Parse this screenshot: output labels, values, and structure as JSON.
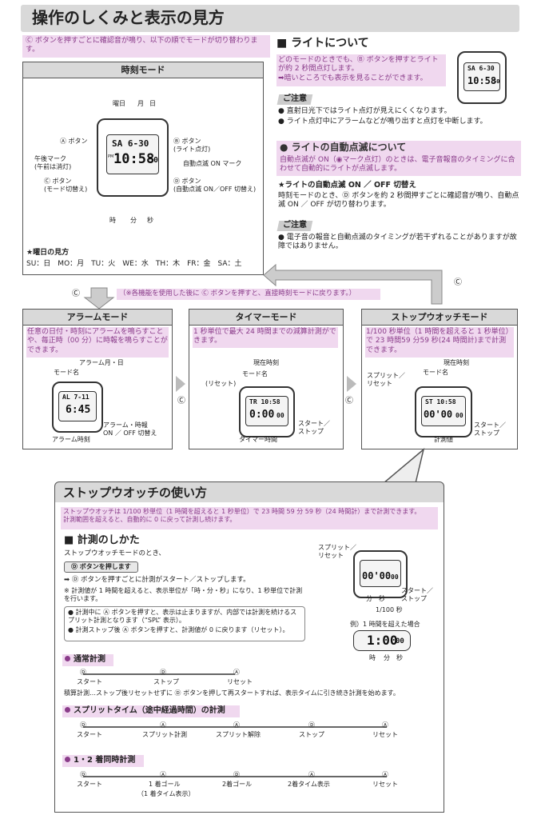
{
  "title": "操作のしくみと表示の見方",
  "intro": "Ⓒ ボタンを押すごとに確認音が鳴り、以下の順でモードが切り替わります。",
  "timekeeping": {
    "header": "時刻モード",
    "day_labels": [
      "曜日",
      "月",
      "日"
    ],
    "a_button": "Ⓐ ボタン",
    "pm_mark": "午後マーク\n(午前は消灯)",
    "c_button": "Ⓒ ボタン\n(モード切替え)",
    "b_button": "Ⓑ ボタン\n(ライト点灯)",
    "on_mark": "自動点滅 ON マーク",
    "d_button": "Ⓓ ボタン\n(自動点滅 ON／OFF 切替え)",
    "bottom_labels": [
      "時",
      "分",
      "秒"
    ],
    "lcd_top": "SA 6-30",
    "lcd_main": "10:58",
    "lcd_sec": "50",
    "pm": "PM",
    "week_title": "★曜日の見方",
    "week": "SU：日　MO：月　TU：火　WE：水　TH：木　FR：金　SA：土"
  },
  "light": {
    "heading": "■ ライトについて",
    "text": "どのモードのときでも、Ⓑ ボタンを押すとライトが約 2 秒間点灯します。\n➡暗いところでも表示を見ることができます。",
    "caution_label": "ご注意",
    "cautions": [
      "直射日光下ではライト点灯が見えにくくなります。",
      "ライト点灯中にアラームなどが鳴り出すと点灯を中断します。"
    ],
    "lcd_top": "SA 6-30",
    "lcd_main": "10:58",
    "lcd_sec": "50"
  },
  "auto": {
    "heading": "● ライトの自動点滅について",
    "text": "自動点滅が ON（◉マーク点灯）のときは、電子音報音のタイミングに合わせて自動的にライトが点滅します。",
    "sub_heading": "★ライトの自動点滅 ON ／ OFF 切替え",
    "sub_text": "時刻モードのとき、Ⓓ ボタンを約 2 秒間押すごとに確認音が鳴り、自動点滅 ON ／ OFF が切り替わります。",
    "caution_label": "ご注意",
    "caution": "電子音の報音と自動点滅のタイミングが若干ずれることがありますが故障ではありません。"
  },
  "flow": {
    "c_mark": "Ⓒ",
    "note": "（※各機能を使用した後に Ⓒ ボタンを押すと、直接時刻モードに戻ります。）"
  },
  "alarm": {
    "header": "アラームモード",
    "text": "任意の日付・時刻にアラームを鳴らすことや、毎正時（00 分）に時報を鳴らすことができます。",
    "labels": {
      "month_day": "アラーム月・日",
      "mode_name": "モード名",
      "alarm_time": "アラーム時刻",
      "toggle": "アラーム・時報\nON ／ OFF 切替え"
    },
    "lcd_top": "AL 7-11",
    "lcd_main": "6:45"
  },
  "timer": {
    "header": "タイマーモード",
    "text": "1 秒単位で最大 24 時間までの減算計測ができます。",
    "labels": {
      "current": "現在時刻",
      "mode_name": "モード名",
      "reset": "(リセット)",
      "timer_time": "タイマー時間",
      "startstop": "スタート／\nストップ"
    },
    "lcd_top": "TR 10:58",
    "lcd_main": "0:00",
    "lcd_sec": "00"
  },
  "stopwatch": {
    "header": "ストップウオッチモード",
    "text": "1/100 秒単位（1 時間を超えると 1 秒単位）で 23 時間59 分59 秒(24 時間計)まで計測できます。",
    "labels": {
      "current": "現在時刻",
      "mode_name": "モード名",
      "split": "スプリット／\nリセット",
      "measure": "計測値",
      "startstop": "スタート／\nストップ"
    },
    "lcd_top": "ST 10:58",
    "lcd_main": "00'00",
    "lcd_sec": "00"
  },
  "usage": {
    "heading": "ストップウオッチの使い方",
    "intro": "ストップウオッチは 1/100 秒単位（1 時間を超えると 1 秒単位）で 23 時間 59 分 59 秒（24 時間計）まで計測できます。\n計測範囲を超えると、自動的に 0 に戻って計測し続けます。",
    "how_heading": "■ 計測のしかた",
    "how_mode": "ストップウオッチモードのとき、",
    "press_btn": "Ⓓ ボタンを押します",
    "press_desc": "➡ Ⓓ ボタンを押すごとに計測がスタート／ストップします。",
    "note": "※ 計測値が 1 時間を超えると、表示単位が「時・分・秒」になり、1 秒単位で計測を行います。",
    "bullets": [
      "● 計測中に Ⓐ ボタンを押すと、表示は止まりますが、内部では計測を続けるスプリット計測となります（“SPL” 表示）。",
      "● 計測ストップ後 Ⓐ ボタンを押すと、計測値が 0 に戻ります（リセット）。"
    ],
    "watch_labels": {
      "split": "スプリット／\nリセット",
      "startstop": "スタート／\nストップ",
      "min": "分",
      "sec": "秒",
      "hund": "1/100 秒"
    },
    "lcd_main": "00'00",
    "lcd_sec": "00",
    "example_title": "例）1 時間を超えた場合",
    "ex_lcd": "1:00",
    "ex_sec": "00",
    "ex_labels": [
      "時",
      "分",
      "秒"
    ]
  },
  "normal": {
    "title": "通常計測",
    "steps": [
      {
        "btn": "Ⓓ",
        "label": "スタート"
      },
      {
        "btn": "Ⓓ",
        "label": "ストップ"
      },
      {
        "btn": "Ⓐ",
        "label": "リセット"
      }
    ],
    "cumul": "積算計測…ストップ後リセットせずに Ⓓ ボタンを押して再スタートすれば、表示タイムに引き続き計測を始めます。"
  },
  "split": {
    "title": "スプリットタイム（途中経過時間）の計測",
    "steps": [
      {
        "btn": "Ⓓ",
        "label": "スタート"
      },
      {
        "btn": "Ⓐ",
        "label": "スプリット計測"
      },
      {
        "btn": "Ⓐ",
        "label": "スプリット解除"
      },
      {
        "btn": "Ⓓ",
        "label": "ストップ"
      },
      {
        "btn": "Ⓐ",
        "label": "リセット"
      }
    ]
  },
  "race": {
    "title": "1・2 着同時計測",
    "steps": [
      {
        "btn": "Ⓓ",
        "label": "スタート"
      },
      {
        "btn": "Ⓐ",
        "label": "1 着ゴール"
      },
      {
        "btn": "Ⓓ",
        "label": "2着ゴール"
      },
      {
        "btn": "Ⓐ",
        "label": "2着タイム表示"
      },
      {
        "btn": "Ⓐ",
        "label": "リセット"
      }
    ],
    "sub": "（1 着タイム表示）"
  }
}
